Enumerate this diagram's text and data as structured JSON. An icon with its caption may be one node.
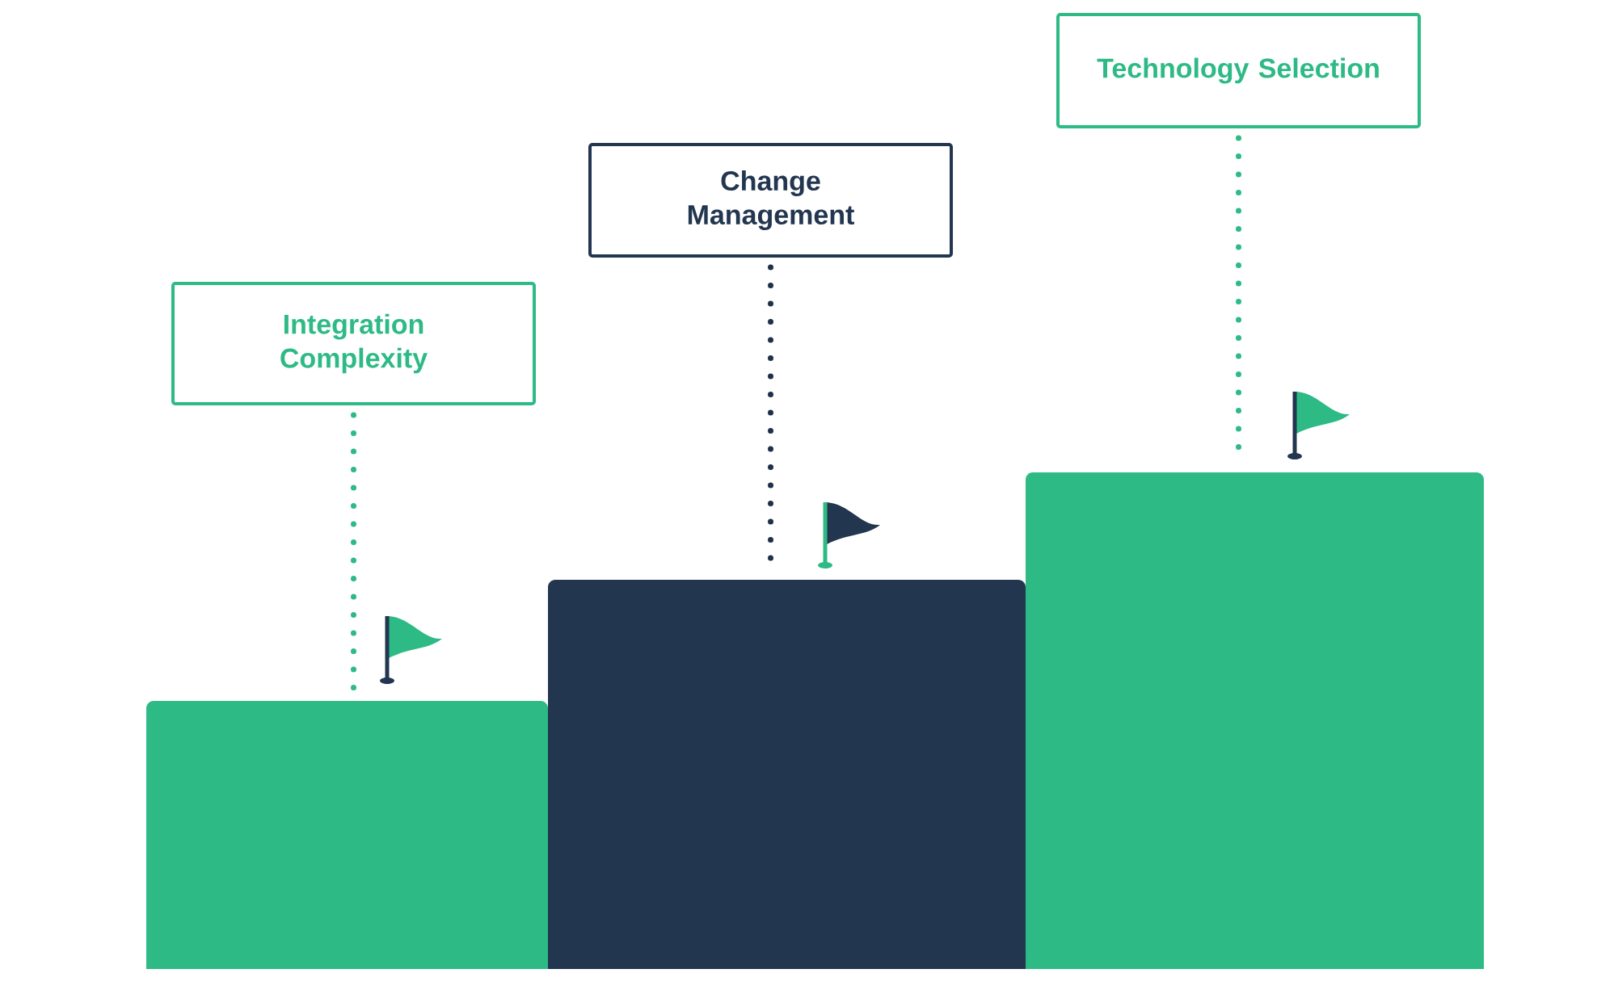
{
  "diagram": {
    "nodes": [
      {
        "text": [
          "Integration Complexity"
        ]
      },
      {
        "text": [
          "Change Management"
        ]
      },
      {
        "text": [
          "Technology Selection"
        ]
      },
      {
        "text": [],
        "shape": "box"
      },
      {
        "text": [],
        "shape": "box"
      },
      {
        "text": [],
        "shape": "box"
      }
    ],
    "edges": [
      {
        "from": 0,
        "to": 3,
        "arrow": "none"
      },
      {
        "from": 1,
        "to": 4,
        "arrow": "none",
        "color": "#1f3049"
      },
      {
        "from": 2,
        "to": 5,
        "arrow": "none"
      }
    ]
  }
}
